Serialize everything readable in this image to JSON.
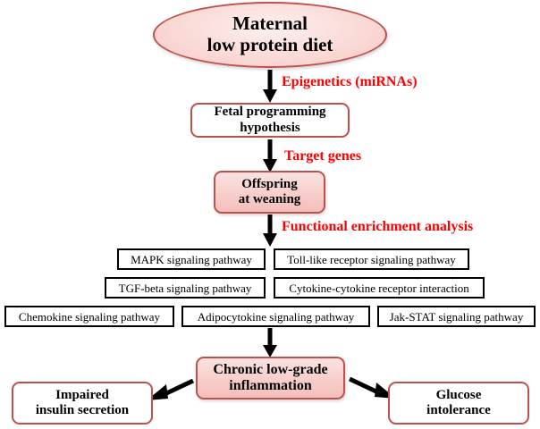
{
  "diagram": {
    "title_node": {
      "label": "Maternal\nlow protein diet",
      "line1": "Maternal",
      "line2": "low protein diet",
      "fill": "#f9d2cf",
      "border": "#c0504d"
    },
    "nodes": [
      {
        "id": "fetal-programming",
        "line1": "Fetal programming",
        "line2": "hypothesis",
        "fill": "#ffffff",
        "border": "#c0504d"
      },
      {
        "id": "offspring-weaning",
        "line1": "Offspring",
        "line2": "at weaning",
        "fill": "#f7cecb",
        "border": "#c0504d"
      },
      {
        "id": "chronic-inflammation",
        "line1": "Chronic low-grade",
        "line2": "inflammation",
        "fill": "#f7cecb",
        "border": "#c0504d"
      },
      {
        "id": "impaired-insulin",
        "line1": "Impaired",
        "line2": "insulin secretion",
        "fill": "#ffffff",
        "border": "#c0504d"
      },
      {
        "id": "glucose-intolerance",
        "line1": "Glucose",
        "line2": "intolerance",
        "fill": "#ffffff",
        "border": "#c0504d"
      }
    ],
    "edge_labels": [
      {
        "id": "epigenetics",
        "text": "Epigenetics (miRNAs)",
        "color": "#ff0000"
      },
      {
        "id": "target-genes",
        "text": "Target genes",
        "color": "#ff0000"
      },
      {
        "id": "functional-enrichment",
        "text": "Functional enrichment analysis",
        "color": "#ff0000"
      }
    ],
    "pathways": {
      "row1": [
        "MAPK signaling pathway",
        "Toll-like receptor signaling pathway"
      ],
      "row2": [
        "TGF-beta signaling pathway",
        "Cytokine-cytokine receptor interaction"
      ],
      "row3": [
        "Chemokine signaling pathway",
        "Adipocytokine signaling pathway",
        "Jak-STAT signaling pathway"
      ],
      "border_color": "#000000",
      "fill": "#ffffff"
    },
    "arrows": [
      {
        "id": "arrow-diet-to-fetal",
        "direction": "down"
      },
      {
        "id": "arrow-fetal-to-offspring",
        "direction": "down"
      },
      {
        "id": "arrow-offspring-to-pathways",
        "direction": "down"
      },
      {
        "id": "arrow-pathways-to-inflammation",
        "direction": "down"
      },
      {
        "id": "arrow-inflammation-to-insulin",
        "direction": "down-left"
      },
      {
        "id": "arrow-inflammation-to-glucose",
        "direction": "down-right"
      }
    ]
  }
}
